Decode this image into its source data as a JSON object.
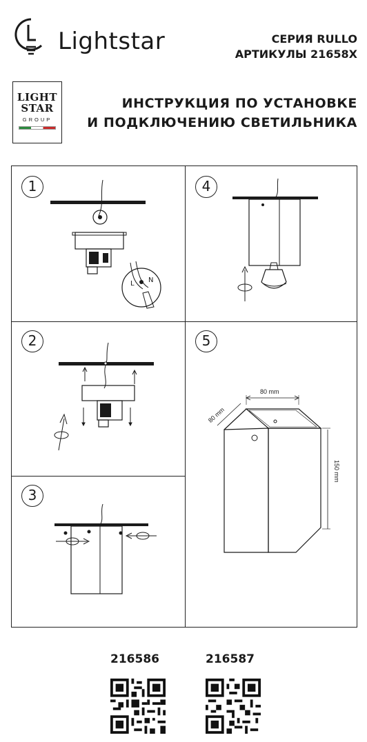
{
  "header": {
    "brand_name": "Lightstar",
    "brand_icon": "lightbulb-ls-icon",
    "series_line": "СЕРИЯ RULLO",
    "articles_line": "АРТИКУЛЫ 21658X"
  },
  "group_logo": {
    "line1": "LIGHT",
    "line2": "STAR",
    "line3": "GROUP"
  },
  "instruction": {
    "line1": "ИНСТРУКЦИЯ ПО УСТАНОВКЕ",
    "line2": "И ПОДКЛЮЧЕНИЮ СВЕТИЛЬНИКА"
  },
  "steps": [
    {
      "number": "1",
      "wire_labels": [
        "L",
        "N"
      ]
    },
    {
      "number": "2"
    },
    {
      "number": "3"
    },
    {
      "number": "4"
    },
    {
      "number": "5",
      "dim_width": "80 mm",
      "dim_depth": "80 mm",
      "dim_height": "150 mm"
    }
  ],
  "codes": [
    {
      "label": "216586"
    },
    {
      "label": "216587"
    }
  ],
  "colors": {
    "ink": "#1a1a1a",
    "flag_green": "#2b8a3e",
    "flag_red": "#c92a2a"
  }
}
